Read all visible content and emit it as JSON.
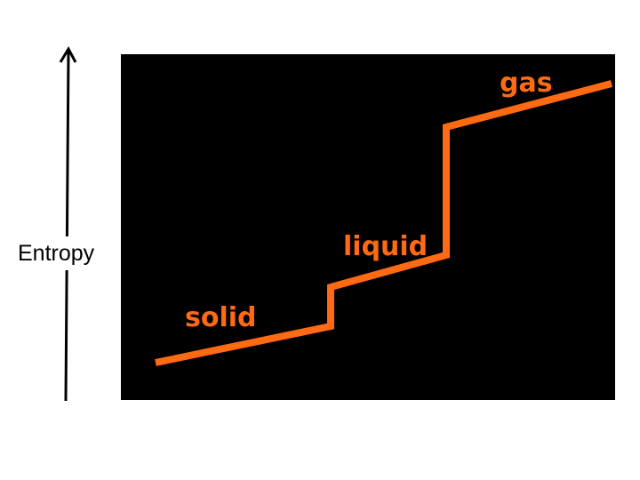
{
  "axis": {
    "label": "Entropy"
  },
  "phases": [
    {
      "id": "solid",
      "label": "solid"
    },
    {
      "id": "liquid",
      "label": "liquid"
    },
    {
      "id": "gas",
      "label": "gas"
    }
  ],
  "colors": {
    "background": "#ffffff",
    "panel": "#000000",
    "line": "#ff6a13",
    "axis": "#000000",
    "text": "#000000"
  }
}
